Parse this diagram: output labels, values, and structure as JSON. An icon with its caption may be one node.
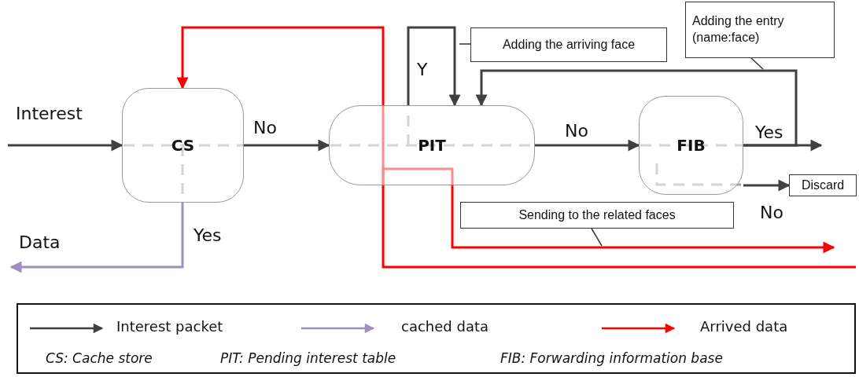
{
  "diagram": {
    "nodes": [
      {
        "text": [
          "CS"
        ]
      },
      {
        "text": [
          "PIT"
        ]
      },
      {
        "text": [
          "FIB"
        ]
      },
      {
        "text": [
          "Discard"
        ]
      },
      {
        "text": [
          "Adding the arriving face"
        ]
      },
      {
        "text": [
          "Adding the entry (name:face)"
        ]
      },
      {
        "text": [
          "Sending to the related faces"
        ]
      }
    ],
    "edges": [
      {
        "from": null,
        "to": 0,
        "arrow": "to",
        "label": "Interest"
      },
      {
        "from": 0,
        "to": 1,
        "arrow": "to",
        "label": "No"
      },
      {
        "from": 1,
        "to": 2,
        "arrow": "to",
        "label": "No"
      },
      {
        "from": 2,
        "to": null,
        "arrow": "to",
        "label": "Yes"
      },
      {
        "from": 2,
        "to": 3,
        "arrow": "to",
        "label": "No"
      },
      {
        "from": 0,
        "to": null,
        "arrow": "to",
        "label": "Yes",
        "color": "#9f8fbf"
      },
      {
        "from": 1,
        "to": 1,
        "arrow": "to",
        "label": "Y"
      },
      {
        "from": 2,
        "to": 1,
        "arrow": "to"
      },
      {
        "from": null,
        "to": 0,
        "arrow": "to",
        "color": "#ff0000"
      },
      {
        "from": 1,
        "to": null,
        "arrow": "to",
        "color": "#ff0000"
      },
      {
        "from": 4,
        "to": null,
        "arrow": "none"
      },
      {
        "from": 5,
        "to": null,
        "arrow": "none"
      },
      {
        "from": 6,
        "to": null,
        "arrow": "none"
      }
    ],
    "labels": [
      "Data",
      "CS: Cache store",
      "PIT: Pending interest table",
      "FIB: Forwarding information base"
    ],
    "legend": [
      {
        "text": "Interest packet"
      },
      {
        "text": "cached data"
      },
      {
        "text": "Arrived data"
      }
    ]
  }
}
